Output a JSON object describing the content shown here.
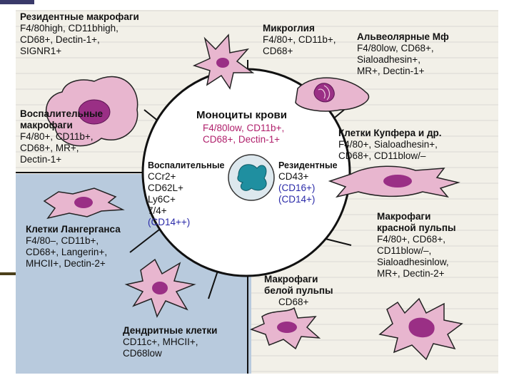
{
  "center": {
    "title": "Моноциты крови",
    "markers": [
      "F4/80low, CD11b+,",
      "CD68+, Dectin-1+"
    ],
    "left_title": "Воспалительные",
    "left_markers": [
      "CCr2+",
      "CD62L+",
      "Ly6C+",
      "7/4+",
      "(CD14++)"
    ],
    "right_title": "Резидентные",
    "right_markers": [
      "CD43+",
      "(CD16+)",
      "(CD14+)"
    ]
  },
  "cells": {
    "resident": {
      "title": "Резидентные макрофаги",
      "lines": [
        "F4/80high, CD11bhigh,",
        "CD68+, Dectin-1+,",
        "SIGNR1+"
      ]
    },
    "microglia": {
      "title": "Микроглия",
      "lines": [
        "F4/80+, CD11b+,",
        "CD68+"
      ]
    },
    "alveolar": {
      "title": "Альвеолярные Мф",
      "lines": [
        "F4/80low, CD68+,",
        "Sialoadhesin+,",
        "MR+, Dectin-1+"
      ]
    },
    "inflammatory": {
      "title_lines": [
        "Воспалительные",
        "макрофаги"
      ],
      "lines": [
        "F4/80+, CD11b+,",
        "CD68+, MR+,",
        "Dectin-1+"
      ]
    },
    "kupffer": {
      "title": "Клетки Купфера и др.",
      "lines": [
        "F4/80+, Sialoadhesin+,",
        "CD68+, CD11blow/–"
      ]
    },
    "langerhans": {
      "title": "Клетки Лангерганса",
      "lines": [
        "F4/80–, CD11b+,",
        "CD68+, Langerin+,",
        "MHCII+, Dectin-2+"
      ]
    },
    "redpulp": {
      "title_lines": [
        "Макрофаги",
        "красной пульпы"
      ],
      "lines": [
        "F4/80+, CD68+,",
        "CD11blow/–,",
        "Sialoadhesinlow,",
        "MR+, Dectin-2+"
      ]
    },
    "whitepulp": {
      "title_lines": [
        "Макрофаги",
        "белой пульпы"
      ],
      "lines": [
        "CD68+"
      ]
    },
    "dendritic": {
      "title": "Дендритные клетки",
      "lines": [
        "CD11c+, MHCII+,",
        "CD68low"
      ]
    }
  },
  "colors": {
    "cell_body": "#e8b6cf",
    "cell_outline": "#222222",
    "nucleus": "#9a2f85",
    "monocyte_nucleus": "#1f8fa0",
    "circle_outline": "#111111",
    "lower_panel": "#b8cadd",
    "blue_text": "#2a2aa8",
    "magenta_text": "#b0206c"
  }
}
